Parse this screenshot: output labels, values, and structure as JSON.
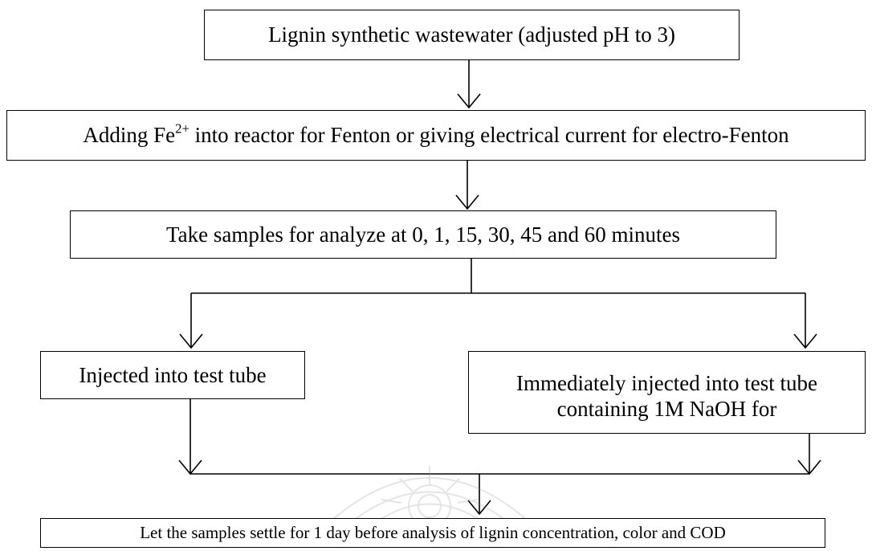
{
  "flowchart": {
    "step1": "Lignin synthetic wastewater (adjusted pH to 3)",
    "step2": {
      "prefix": "Adding Fe",
      "superscript": "2+",
      "suffix": " into reactor for Fenton or giving electrical current for electro-Fenton"
    },
    "step3": "Take samples for analyze at 0, 1, 15, 30, 45 and 60 minutes",
    "branch_left": "Injected into test tube",
    "branch_right": {
      "line1": "Immediately injected into test tube",
      "line2": "containing 1M NaOH for"
    },
    "step_final": "Let the samples settle for 1 day before analysis of lignin concentration, color and COD"
  },
  "colors": {
    "line": "#000000",
    "background": "#ffffff",
    "watermark": "#8a8a8a"
  },
  "icons": {
    "watermark": "university-seal-watermark"
  }
}
